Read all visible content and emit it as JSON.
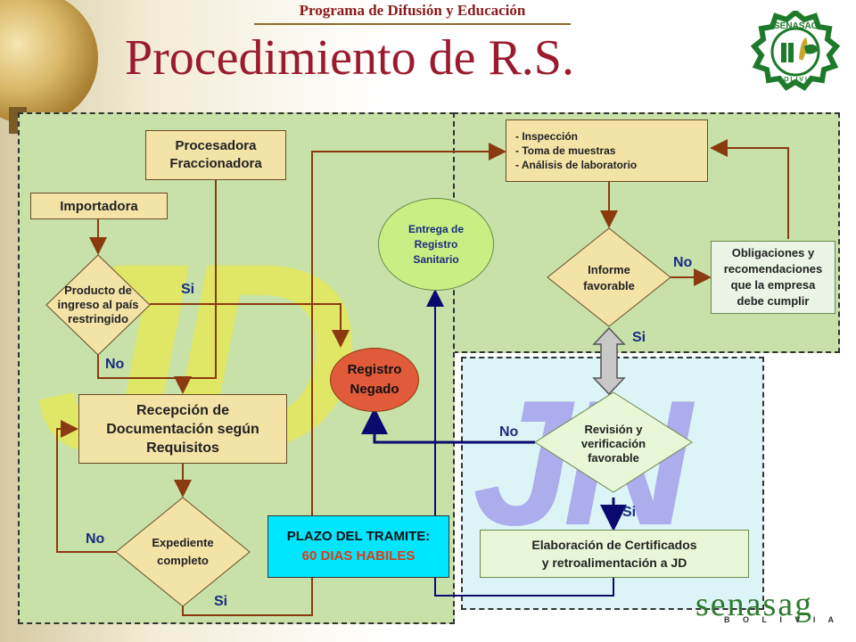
{
  "header": {
    "subtitle": "Programa de Difusión y Educación",
    "title": "Procedimiento  de R.S."
  },
  "logo": {
    "text_top": "SENASAG",
    "text_bottom": "B O L I V I A"
  },
  "watermarks": {
    "jd": "JD",
    "jn": "JN"
  },
  "nodes": {
    "procesadora": "Procesadora Fraccionadora",
    "importadora": "Importadora",
    "producto_diamond": [
      "Producto de",
      "ingreso al país",
      "restringido"
    ],
    "recepcion": "Recepción de Documentación según Requisitos",
    "expediente_diamond": [
      "Expediente",
      "completo"
    ],
    "registro_negado": [
      "Registro",
      "Negado"
    ],
    "entrega_registro": [
      "Entrega de",
      "Registro",
      "Sanitario"
    ],
    "inspeccion": [
      "- Inspección",
      "- Toma de muestras",
      "- Análisis de laboratorio"
    ],
    "informe_diamond": [
      "Informe",
      "favorable"
    ],
    "obligaciones": [
      "Obligaciones y",
      "recomendaciones",
      "que la empresa",
      "debe cumplir"
    ],
    "revision_diamond": [
      "Revisión y",
      "verificación",
      "favorable"
    ],
    "elaboracion": [
      "Elaboración de Certificados",
      "y retroalimentación  a JD"
    ],
    "plazo_title": "PLAZO DEL TRAMITE:",
    "plazo_value": "60 DIAS HABILES"
  },
  "edge_labels": {
    "si_producto": "Si",
    "no_producto": "No",
    "no_expediente": "No",
    "si_expediente": "Si",
    "no_informe": "No",
    "si_informe": "Si",
    "no_revision": "No",
    "si_revision": "Si"
  },
  "footer": {
    "brand": "senasag",
    "country": "B O L I V I A"
  },
  "colors": {
    "jd_zone": "#c7e1a8",
    "jn_zone": "#ddf4f6",
    "box_fill": "#f3e3a6",
    "arrow_brown": "#8b3a10",
    "arrow_navy": "#0a0a6e",
    "registro_negado": "#e15a3a",
    "entrega_registro": "#c9ef84",
    "plazo_box": "#00e6ff",
    "title_red": "#9b1b2e"
  }
}
